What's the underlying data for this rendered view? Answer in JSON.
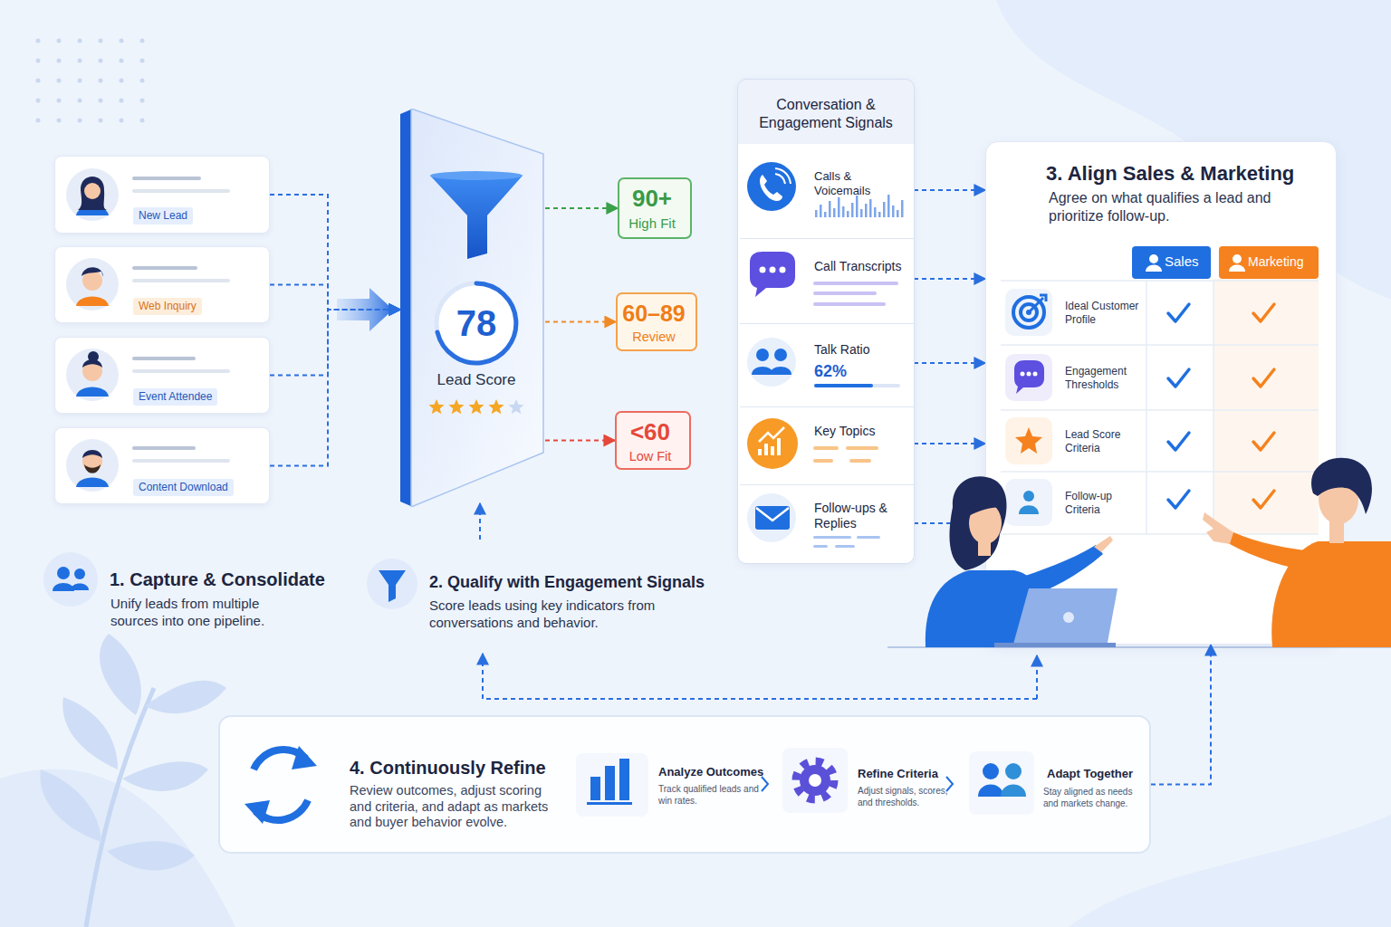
{
  "diagram": {
    "nodes": [
      {
        "text": [
          "New Lead"
        ]
      },
      {
        "text": [
          "Web Inquiry"
        ]
      },
      {
        "text": [
          "Event Attendee"
        ]
      },
      {
        "text": [
          "Content Download"
        ]
      },
      {
        "text": [
          "78",
          "Lead Score"
        ]
      },
      {
        "text": [
          "90+",
          "High Fit"
        ]
      },
      {
        "text": [
          "60–89",
          "Review"
        ]
      },
      {
        "text": [
          "<60",
          "Low Fit"
        ]
      },
      {
        "text": [
          "Conversation & Engagement Signals"
        ]
      },
      {
        "text": [
          "Calls & Voicemails"
        ],
        "in": 8
      },
      {
        "text": [
          "Call Transcripts"
        ],
        "in": 8
      },
      {
        "text": [
          "Talk Ratio",
          "62%"
        ],
        "in": 8
      },
      {
        "text": [
          "Key Topics"
        ],
        "in": 8
      },
      {
        "text": [
          "Follow-ups & Replies"
        ],
        "in": 8
      },
      {
        "text": [
          "3. Align Sales & Marketing",
          "Agree on what qualifies a lead and prioritize follow-up."
        ]
      },
      {
        "text": [
          "4. Continuously Refine",
          "Review outcomes, adjust scoring and criteria, and adapt as markets and buyer behavior evolve."
        ]
      }
    ],
    "edges": [
      {
        "from": 0,
        "to": 4,
        "arrow": "to"
      },
      {
        "from": 1,
        "to": 4,
        "arrow": "to"
      },
      {
        "from": 2,
        "to": 4,
        "arrow": "to"
      },
      {
        "from": 3,
        "to": 4,
        "arrow": "to"
      },
      {
        "from": 4,
        "to": 5,
        "arrow": "to"
      },
      {
        "from": 4,
        "to": 6,
        "arrow": "to"
      },
      {
        "from": 4,
        "to": 7,
        "arrow": "to"
      },
      {
        "from": 9,
        "to": 14,
        "arrow": "to"
      },
      {
        "from": 10,
        "to": 14,
        "arrow": "to"
      },
      {
        "from": 11,
        "to": 14,
        "arrow": "to"
      },
      {
        "from": 12,
        "to": 14,
        "arrow": "to"
      },
      {
        "from": 13,
        "to": 14,
        "arrow": "to"
      },
      {
        "from": 15,
        "to": 14,
        "arrow": "to"
      }
    ],
    "labels": [
      "1. Capture & Consolidate",
      "Unify leads from multiple sources into one pipeline.",
      "2. Qualify with Engagement Signals",
      "Score leads using key indicators from conversations and behavior.",
      "Sales",
      "Marketing",
      "Ideal Customer Profile",
      "Engagement Thresholds",
      "Lead Score Criteria",
      "Follow-up Criteria",
      "Analyze Outcomes",
      "Track qualified leads and win rates.",
      "Refine Criteria",
      "Adjust signals, scores, and thresholds.",
      "Adapt Together",
      "Stay aligned as needs and markets change."
    ]
  }
}
